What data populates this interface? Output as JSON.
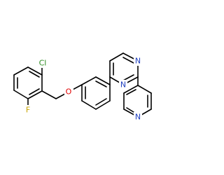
{
  "atoms": {
    "chlorine": {
      "symbol": "Cl",
      "color": "#2e8b22"
    },
    "fluorine": {
      "symbol": "F",
      "color": "#c8a400"
    },
    "oxygen": {
      "symbol": "O",
      "color": "#e00000"
    },
    "pyrimidine_n1": {
      "symbol": "N",
      "color": "#1f3fbf"
    },
    "pyrimidine_n3": {
      "symbol": "N",
      "color": "#1f3fbf"
    },
    "pyridine_n": {
      "symbol": "N",
      "color": "#1f3fbf"
    }
  }
}
